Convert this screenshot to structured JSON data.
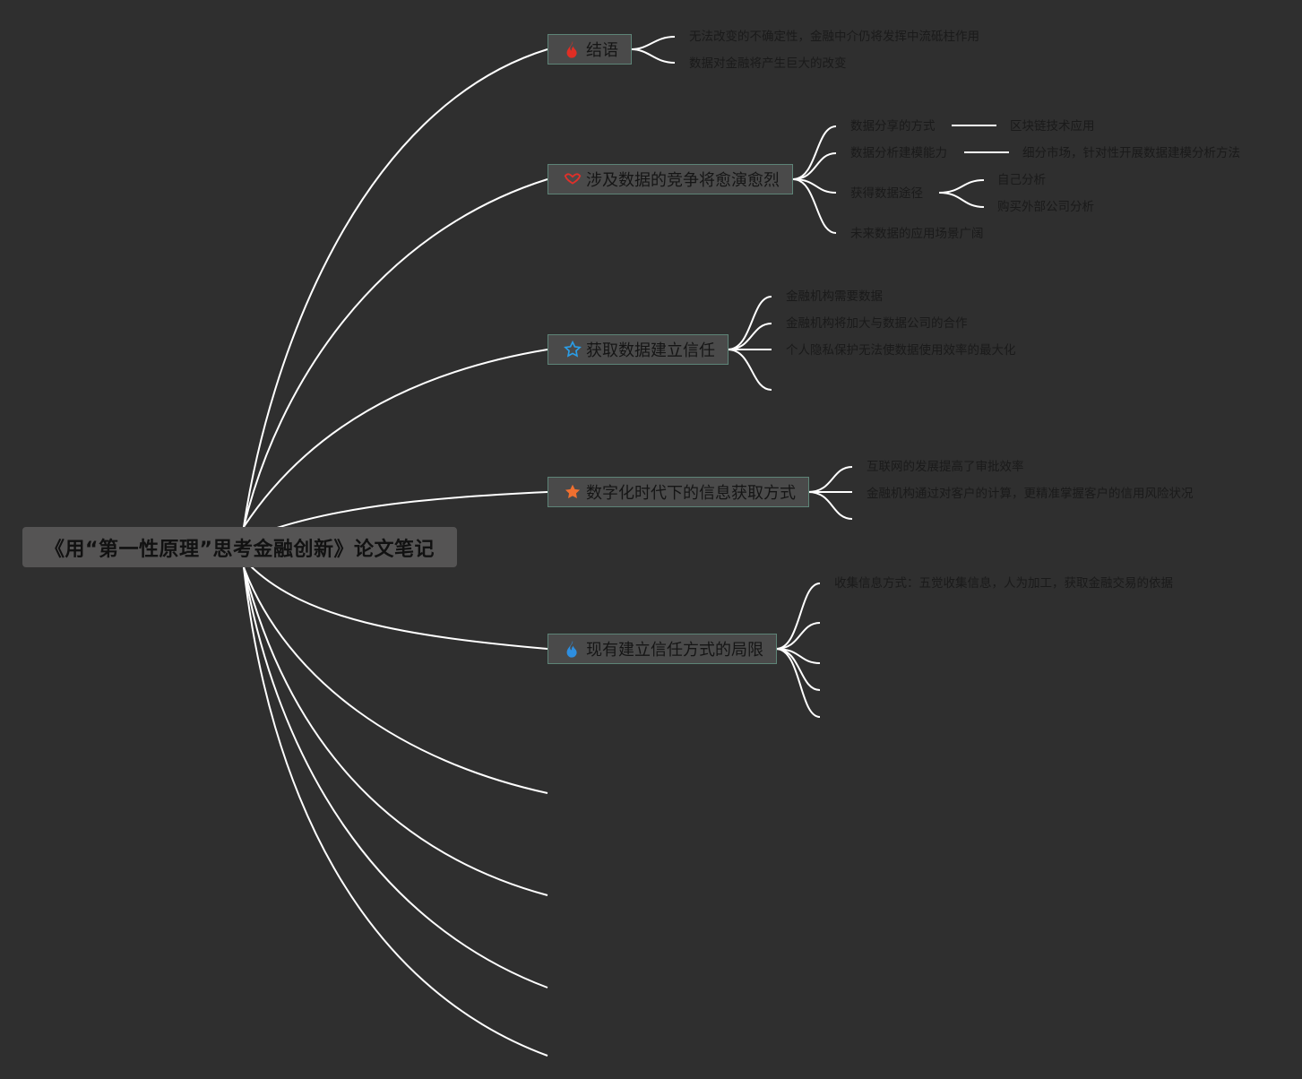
{
  "root": {
    "title": "《用“第一性原理”思考金融创新》论文笔记"
  },
  "topics": [
    {
      "label": "结语",
      "icon": "fire-icon",
      "icon_color": "#e02e24",
      "children": [
        {
          "label": "无法改变的不确定性，金融中介仍将发挥中流砥柱作用"
        },
        {
          "label": "数据对金融将产生巨大的改变"
        }
      ]
    },
    {
      "label": "涉及数据的竞争将愈演愈烈",
      "icon": "heart-icon",
      "icon_color": "#e0302a",
      "children": [
        {
          "label": "数据分享的方式",
          "child": "区块链技术应用"
        },
        {
          "label": "数据分析建模能力",
          "child": "细分市场，针对性开展数据建模分析方法"
        },
        {
          "label": "获得数据途径",
          "children": [
            "自己分析",
            "购买外部公司分析"
          ]
        },
        {
          "label": "未来数据的应用场景广阔"
        }
      ]
    },
    {
      "label": "获取数据建立信任",
      "icon": "star-outline-icon",
      "icon_color": "#2a9ee8",
      "children": [
        {
          "label": "金融机构需要数据"
        },
        {
          "label": "金融机构将加大与数据公司的合作"
        },
        {
          "label": "个人隐私保护无法使数据使用效率的最大化"
        },
        {
          "label": ""
        }
      ]
    },
    {
      "label": "数字化时代下的信息获取方式",
      "icon": "star-icon",
      "icon_color": "#f07030",
      "children": [
        {
          "label": "互联网的发展提高了审批效率"
        },
        {
          "label": "金融机构通过对客户的计算，更精准掌握客户的信用风险状况"
        },
        {
          "label": ""
        }
      ]
    },
    {
      "label": "现有建立信任方式的局限",
      "icon": "flame-icon",
      "icon_color": "#2e8fe0",
      "children": [
        {
          "label": "收集信息方式：五觉收集信息，人为加工，获取金融交易的依据"
        },
        {
          "label": ""
        },
        {
          "label": ""
        },
        {
          "label": ""
        },
        {
          "label": ""
        }
      ]
    }
  ],
  "colors": {
    "background": "#2f2f2f",
    "edge": "#ffffff",
    "topic_border": "#5d8477"
  }
}
